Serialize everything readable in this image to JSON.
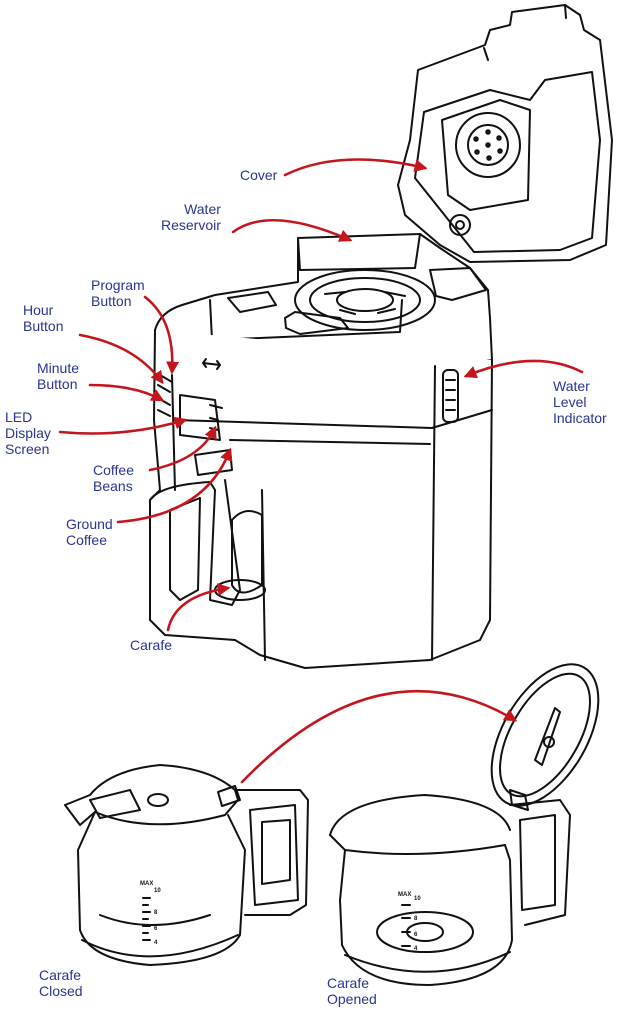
{
  "labels": {
    "cover": [
      "Cover"
    ],
    "water_reservoir": [
      "Water",
      "Reservoir"
    ],
    "program_button": [
      "Program",
      "Button"
    ],
    "hour_button": [
      "Hour",
      "Button"
    ],
    "minute_button": [
      "Minute",
      "Button"
    ],
    "led_display_screen": [
      "LED",
      "Display",
      "Screen"
    ],
    "coffee_beans": [
      "Coffee",
      "Beans"
    ],
    "ground_coffee": [
      "Ground",
      "Coffee"
    ],
    "carafe": [
      "Carafe"
    ],
    "water_level_indicator": [
      "Water",
      "Level",
      "Indicator"
    ],
    "carafe_closed": [
      "Carafe",
      "Closed"
    ],
    "carafe_opened": [
      "Carafe",
      "Opened"
    ]
  },
  "carafe_markings": {
    "max": "MAX",
    "closed_levels": [
      "10",
      "8",
      "6",
      "4"
    ],
    "opened_levels": [
      "10",
      "8",
      "6",
      "4"
    ]
  },
  "colors": {
    "label_text": "#2a3590",
    "arrow": "#c4161c",
    "line_art": "#111111"
  }
}
